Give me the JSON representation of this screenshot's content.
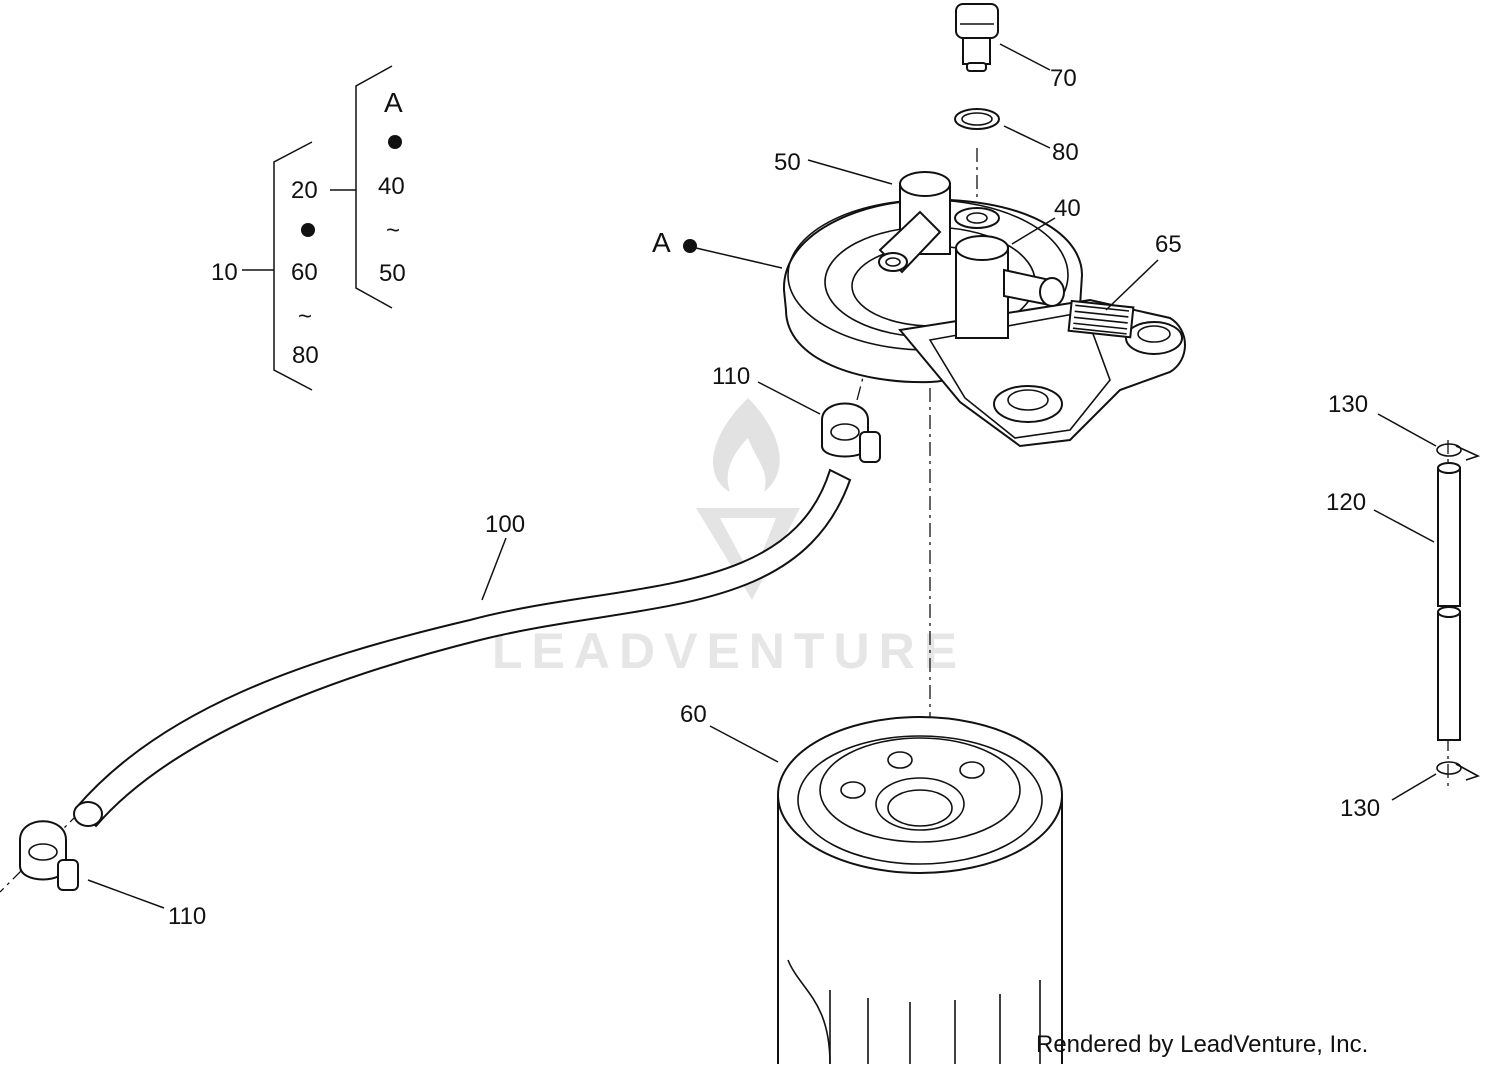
{
  "diagram": {
    "callouts": {
      "p70": "70",
      "p80": "80",
      "p50": "50",
      "p40": "40",
      "p65": "65",
      "p110_top": "110",
      "p110_bottom": "110",
      "p100": "100",
      "p60": "60",
      "p130_top": "130",
      "p120": "120",
      "p130_bottom": "130"
    },
    "reference_marker": "A",
    "legend": {
      "outer_group": "10",
      "outer_items": [
        "20",
        "60",
        "80"
      ],
      "inner_marker": "A",
      "inner_items": [
        "40",
        "50"
      ],
      "range_symbol": "~"
    }
  },
  "watermark": "LEADVENTURE",
  "footer": "Rendered by LeadVenture, Inc.",
  "colors": {
    "line": "#111111",
    "background": "#ffffff",
    "watermark": "#dcdcdc"
  }
}
